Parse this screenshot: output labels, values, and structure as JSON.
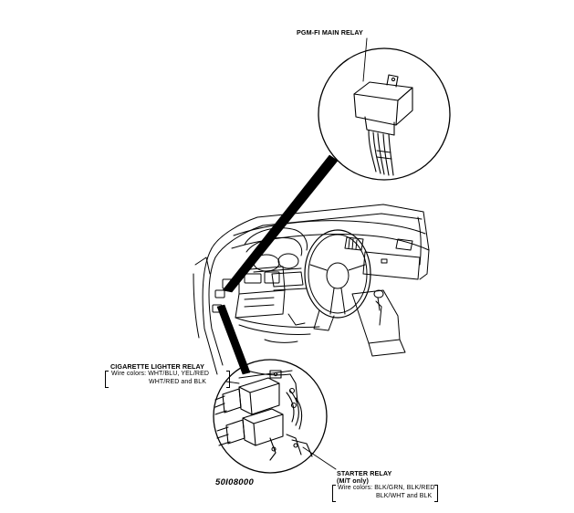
{
  "pgm_relay": {
    "title": "PGM-FI MAIN RELAY"
  },
  "cig_relay": {
    "title": "CIGARETTE LIGHTER RELAY",
    "wire_line1": "Wire colors: WHT/BLU, YEL/RED",
    "wire_line2": "WHT/RED and BLK"
  },
  "starter_relay": {
    "title": "STARTER RELAY",
    "subtitle": "(M/T only)",
    "wire_line1": "Wire colors: BLK/GRN, BLK/RED",
    "wire_line2": "BLK/WHT and BLK"
  },
  "figure_ref": "50I08000"
}
